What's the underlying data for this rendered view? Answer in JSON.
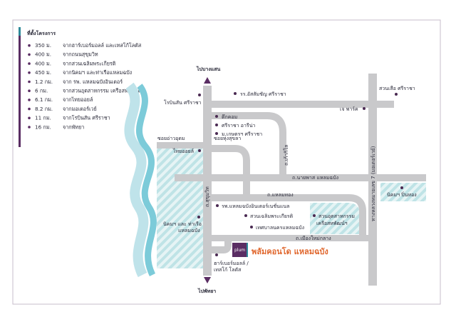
{
  "colors": {
    "accent": "#5a2d63",
    "road": "#c9c9cb",
    "water": "#7ccbd9",
    "hatch": "#bfe3e6",
    "highlight": "#e0662c"
  },
  "legend": {
    "title": "ที่ตั้งโครงการ",
    "items": [
      {
        "dist": "350 ม.",
        "text": "จากฮาร์เบอร์มอลล์ และเทสโก้โลตัส"
      },
      {
        "dist": "400 ม.",
        "text": "จากถนนสุขุมวิท"
      },
      {
        "dist": "400 ม.",
        "text": "จากสวนเฉลิมพระเกียรติ"
      },
      {
        "dist": "450 ม.",
        "text": "จากนิคมฯ และท่าเรือแหลมฉบัง"
      },
      {
        "dist": "1.2 กม.",
        "text": "จาก รพ. แหลมฉบังอินเตอร์"
      },
      {
        "dist": "6 กม.",
        "text": "จากสวนอุตสาหกรรม เครือสหพัฒน์ฯ"
      },
      {
        "dist": "6.1 กม.",
        "text": "จากไทยออยล์"
      },
      {
        "dist": "8.2 กม.",
        "text": "จากมอเตอร์เวย์"
      },
      {
        "dist": "11 กม.",
        "text": "จากโรบินสัน ศรีราชา"
      },
      {
        "dist": "16 กม.",
        "text": "จากพัทยา"
      }
    ]
  },
  "directions": {
    "north": "ไปบางแสน",
    "south": "ไปพัทยา"
  },
  "roads": {
    "sukhumvit": "ถ.สุขุมวิท",
    "ao_udom": "ซอยอ่าวอุดม",
    "hun_sukla": "ซอยหุ่งสุขลา",
    "khao_khok": "ถ.เก้ากิโล",
    "nai_phat": "ถ.นายพาส แหลมฉบัง",
    "laem_thong": "ถ.แหลมทอง",
    "mueang_mai": "ถ.เมืองใหม่กลาง",
    "highway7": "ทางหลวงหมายเลข 7 (มอเตอร์เวย์)"
  },
  "places": {
    "robinson": "โรบินสัน ศรีราชา",
    "assumption": "รร.อัสสัมชัญ ศรีราชา",
    "suan_suea": "สวนเสือ ศรีราชา",
    "j_park": "เจ พาร์ค",
    "tuk_com": "ตึกคอม",
    "sriracha_arena": "ศรีราชา อารีน่า",
    "kasetsart": "ม.เกษตรฯ ศรีราชา",
    "thai_oil": "ไทยออยล์",
    "pinthong": "นิคมฯ ปิ่นทอง",
    "hospital": "รพ.แหลมฉบังอินเตอร์เนชั่นแนล",
    "chaloem_park": "สวนเฉลิมพระเกียรติ",
    "municipality": "เทศบาลนครแหลมฉบัง",
    "industrial_park": [
      "สวนอุตสาหกรรม",
      "เครือสหพัฒน์ฯ"
    ],
    "port": [
      "นิคมฯ และ ท่าเรือ",
      "แหลมฉบัง"
    ],
    "harbor_mall": [
      "ฮาร์เบอร์มอลล์ /",
      "เทสโก้ โลตัส"
    ]
  },
  "project": {
    "name": "พลัมคอนโด แหลมฉบัง",
    "logo": "plum"
  }
}
